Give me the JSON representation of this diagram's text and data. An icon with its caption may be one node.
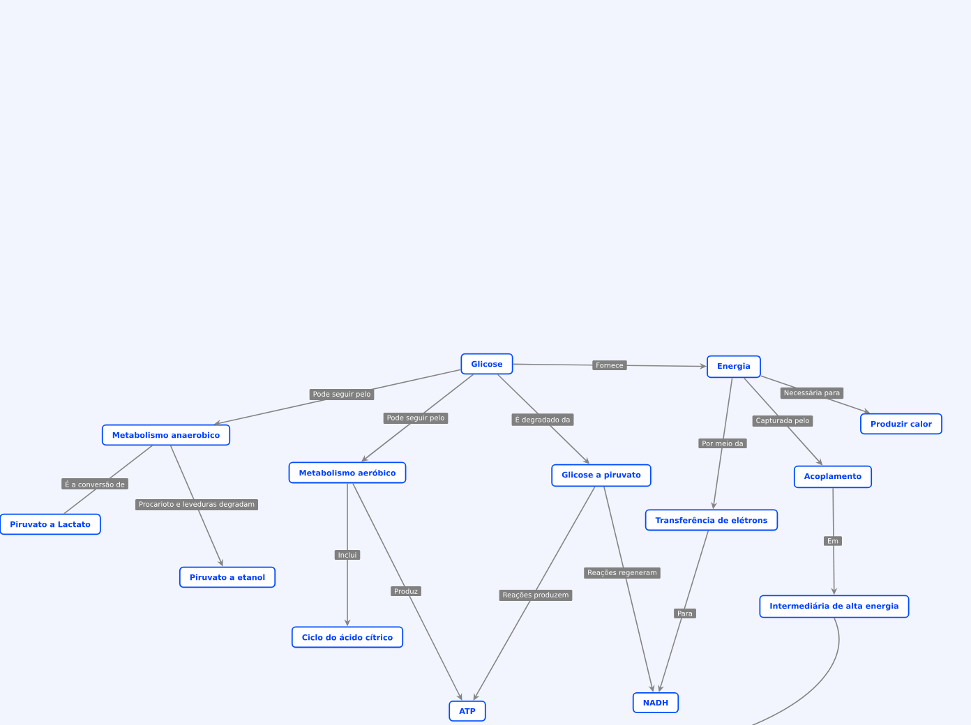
{
  "diagram": {
    "nodes": [
      {
        "text": [
          "Glicose"
        ]
      },
      {
        "text": [
          "Energia"
        ]
      },
      {
        "text": [
          "Produzir calor"
        ]
      },
      {
        "text": [
          "Metabolismo anaerobico"
        ]
      },
      {
        "text": [
          "Metabolismo aeróbico"
        ]
      },
      {
        "text": [
          "Glicose a piruvato"
        ]
      },
      {
        "text": [
          "Acoplamento"
        ]
      },
      {
        "text": [
          "Piruvato a Lactato"
        ]
      },
      {
        "text": [
          "Transferência de elétrons"
        ]
      },
      {
        "text": [
          "Piruvato a etanol"
        ]
      },
      {
        "text": [
          "Intermediária de alta energia"
        ]
      },
      {
        "text": [
          "Ciclo do ácido cítrico"
        ]
      },
      {
        "text": [
          "NADH"
        ]
      },
      {
        "text": [
          "ATP"
        ]
      }
    ],
    "edges": [
      {
        "from": 0,
        "to": 3,
        "arrow": "to",
        "label": "Pode seguir pelo"
      },
      {
        "from": 0,
        "to": 4,
        "arrow": "to",
        "label": "Pode seguir pelo"
      },
      {
        "from": 0,
        "to": 5,
        "arrow": "to",
        "label": "É degradado da"
      },
      {
        "from": 0,
        "to": 1,
        "arrow": "to",
        "label": "Fornece"
      },
      {
        "from": 1,
        "to": 2,
        "arrow": "to",
        "label": "Necessária para"
      },
      {
        "from": 1,
        "to": 6,
        "arrow": "to",
        "label": "Capturada pelo"
      },
      {
        "from": 1,
        "to": 8,
        "arrow": "to",
        "label": "Por meio da"
      },
      {
        "from": 3,
        "to": 7,
        "arrow": "none",
        "label": "É a conversão de"
      },
      {
        "from": 3,
        "to": 9,
        "arrow": "to",
        "label": "Procarioto e leveduras degradam"
      },
      {
        "from": 4,
        "to": 11,
        "arrow": "to",
        "label": "Inclui"
      },
      {
        "from": 4,
        "to": 13,
        "arrow": "to",
        "label": "Produz"
      },
      {
        "from": 5,
        "to": 13,
        "arrow": "to",
        "label": "Reações produzem"
      },
      {
        "from": 5,
        "to": 12,
        "arrow": "to",
        "label": "Reações regeneram"
      },
      {
        "from": 8,
        "to": 12,
        "arrow": "to",
        "label": "Para"
      },
      {
        "from": 6,
        "to": 10,
        "arrow": "to",
        "label": "Em"
      },
      {
        "from": 10,
        "to": null,
        "arrow": "none"
      }
    ]
  }
}
